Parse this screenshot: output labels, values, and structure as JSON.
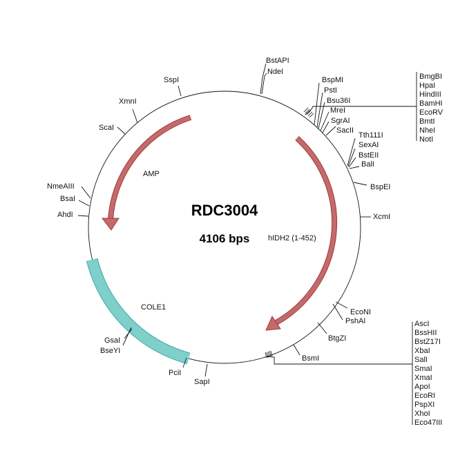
{
  "plasmid": {
    "name": "RDC3004",
    "size": "4106 bps"
  },
  "features": {
    "amp": "AMP",
    "cole1": "COLE1",
    "hidh2": "hIDH2 (1-452)"
  },
  "colors": {
    "arrow": "#c46a6a",
    "arrow_stroke": "#a33a3a",
    "ori": "#7fcfcb",
    "ori_stroke": "#3aa9a3"
  },
  "sites": {
    "bstapi": "BstAPI",
    "ndei": "NdeI",
    "sspi": "SspI",
    "xmni": "XmnI",
    "scai": "ScaI",
    "nmeaiii": "NmeAIII",
    "bsai": "BsaI",
    "ahdi": "AhdI",
    "gsai": "GsaI",
    "bseyi": "BseYI",
    "pcii": "PciI",
    "sapi": "SapI",
    "bsmi": "BsmI",
    "btgzi": "BtgZI",
    "econi": "EcoNI",
    "pshai": "PshAI",
    "xcmi": "XcmI",
    "bspei": "BspEI",
    "bspmi": "BspMI",
    "psti": "PstI",
    "bsu36i": "Bsu36I",
    "mrei": "MreI",
    "sgrai": "SgrAI",
    "sacii": "SacII",
    "tth111i": "Tth111I",
    "sexai": "SexAI",
    "bsteii": "BstEII",
    "bali": "BalI"
  },
  "mcs_top": [
    "BmgBI",
    "HpaI",
    "HindIII",
    "BamHI",
    "EcoRV",
    "BmtI",
    "NheI",
    "NotI"
  ],
  "mcs_bottom": [
    "AscI",
    "BssHII",
    "BstZ17I",
    "XbaI",
    "SalI",
    "SmaI",
    "XmaI",
    "ApoI",
    "EcoRI",
    "PspXI",
    "XhoI",
    "Eco47III"
  ]
}
